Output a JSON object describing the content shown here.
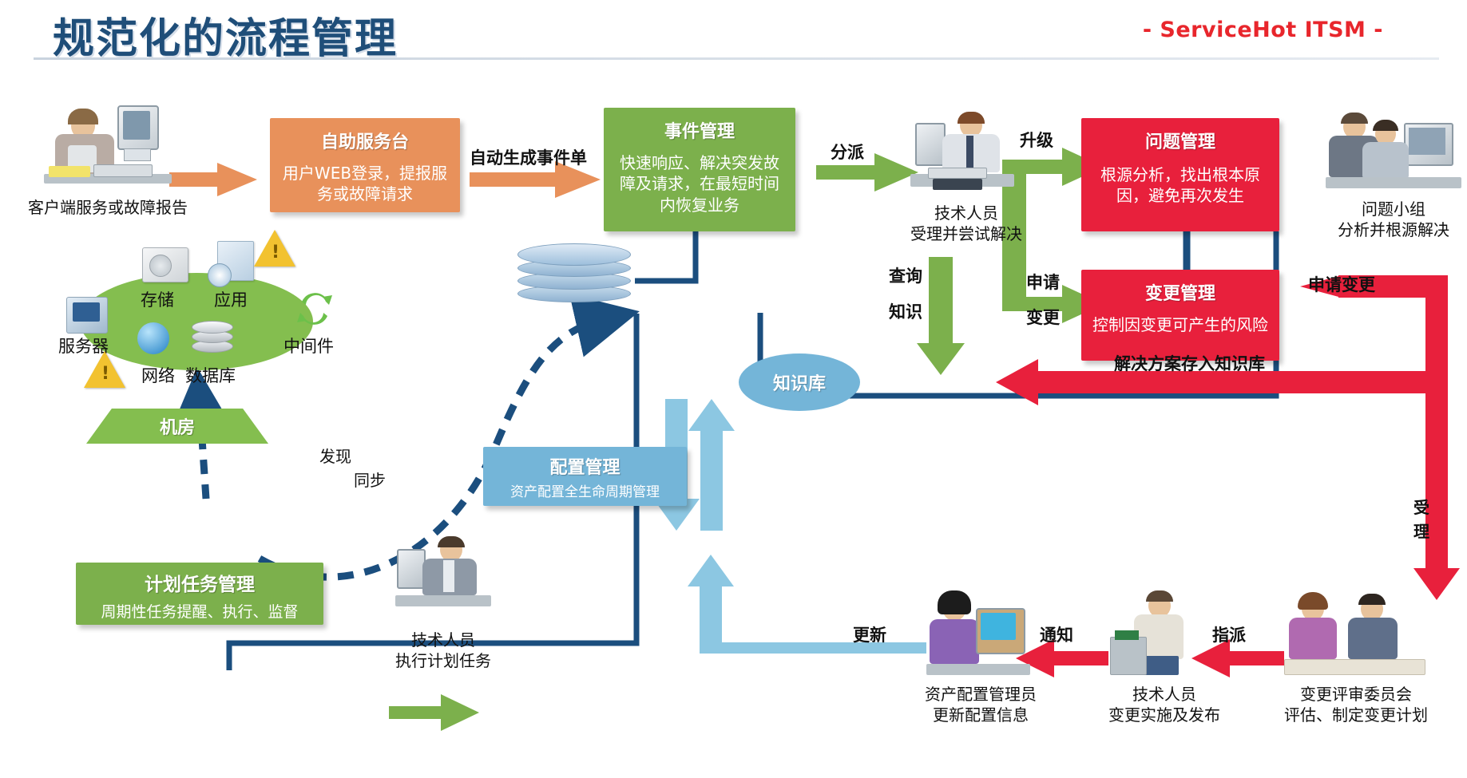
{
  "header": {
    "title": "规范化的流程管理",
    "brand": "- ServiceHot ITSM -"
  },
  "boxes": {
    "self_service": {
      "title": "自助服务台",
      "desc": "用户WEB登录，提报服务或故障请求",
      "color": "#E8915B"
    },
    "incident": {
      "title": "事件管理",
      "desc": "快速响应、解决突发故障及请求，在最短时间内恢复业务",
      "color": "#7CB04C"
    },
    "problem": {
      "title": "问题管理",
      "desc": "根源分析，找出根本原因，避免再次发生",
      "color": "#E8203C"
    },
    "change": {
      "title": "变更管理",
      "desc": "控制因变更可产生的风险",
      "color": "#E8203C"
    },
    "config": {
      "title": "配置管理",
      "desc": "资产配置全生命周期管理",
      "color": "#74B5D8"
    },
    "task": {
      "title": "计划任务管理",
      "desc": "周期性任务提醒、执行、监督",
      "color": "#7CB04C"
    },
    "knowledge": {
      "title": "知识库",
      "color": "#74B5D8"
    },
    "machine_room": {
      "title": "机房",
      "color": "#84BE4F"
    }
  },
  "roles": {
    "client": "客户端服务或故障报告",
    "engineer": "技术人员\n受理并尝试解决",
    "engineer_l1": "技术人员",
    "engineer_l2": "受理并尝试解决",
    "problem_team_l1": "问题小组",
    "problem_team_l2": "分析并根源解决",
    "cmdb_admin_l1": "资产配置管理员",
    "cmdb_admin_l2": "更新配置信息",
    "impl_eng_l1": "技术人员",
    "impl_eng_l2": "变更实施及发布",
    "cab_l1": "变更评审委员会",
    "cab_l2": "评估、制定变更计划",
    "plan_eng_l1": "技术人员",
    "plan_eng_l2": "执行计划任务"
  },
  "arrows": {
    "auto_ticket": "自动生成事件单",
    "assign": "分派",
    "escalate": "升级",
    "apply_l1": "申请",
    "apply_l2": "变更",
    "query_kb_l1": "查询",
    "query_kb_l2": "知识",
    "request_change": "申请变更",
    "solution_to_kb": "解决方案存入知识库",
    "accept_l1": "受",
    "accept_l2": "理",
    "update": "更新",
    "notify": "通知",
    "dispatch": "指派",
    "discover": "发现",
    "sync": "同步"
  },
  "datacenter": {
    "items": [
      "服务器",
      "存储",
      "应用",
      "中间件",
      "网络",
      "数据库"
    ]
  },
  "colors": {
    "title_blue": "#1F4E79",
    "brand_red": "#E8262C",
    "orange": "#E8915B",
    "green": "#7CB04C",
    "red": "#E8203C",
    "light_blue": "#74B5D8",
    "navy": "#1B4E7E"
  }
}
